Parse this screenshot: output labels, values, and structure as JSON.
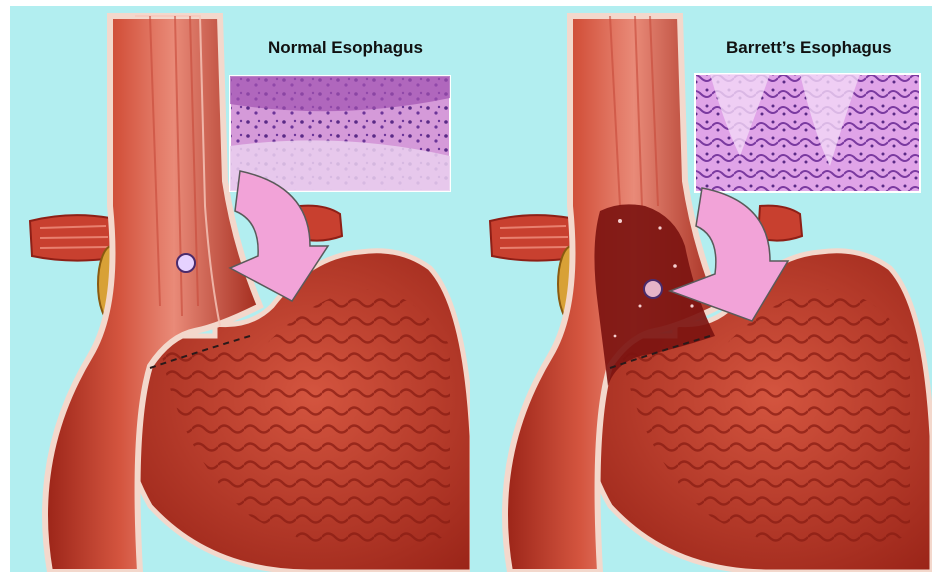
{
  "panels": [
    {
      "title": "Normal Esophagus",
      "tissue": "normal"
    },
    {
      "title": "Barrett’s Esophagus",
      "tissue": "barrett"
    }
  ],
  "colors": {
    "background": "#b2eef0",
    "muscle": "#c8402f",
    "muscle_dark": "#8e1f16",
    "mucosa_normal": "#e2776a",
    "mucosa_barrett": "#7c1410",
    "arrow": "#f2a3d8",
    "histology_normal": "#b26bbf",
    "histology_barrett": "#c77ad6",
    "fat": "#d8a136"
  }
}
